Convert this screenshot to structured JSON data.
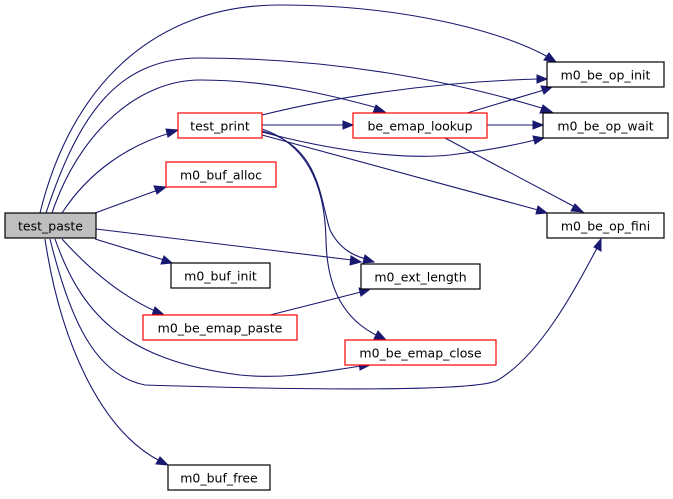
{
  "graph": {
    "type": "call-graph",
    "root": "test_paste",
    "nodes": {
      "test_paste": {
        "label": "test_paste",
        "style": "root"
      },
      "test_print": {
        "label": "test_print",
        "style": "linked"
      },
      "m0_buf_alloc": {
        "label": "m0_buf_alloc",
        "style": "linked"
      },
      "m0_buf_init": {
        "label": "m0_buf_init",
        "style": "plain"
      },
      "m0_be_emap_paste": {
        "label": "m0_be_emap_paste",
        "style": "linked"
      },
      "m0_buf_free": {
        "label": "m0_buf_free",
        "style": "plain"
      },
      "be_emap_lookup": {
        "label": "be_emap_lookup",
        "style": "linked"
      },
      "m0_ext_length": {
        "label": "m0_ext_length",
        "style": "plain"
      },
      "m0_be_emap_close": {
        "label": "m0_be_emap_close",
        "style": "linked"
      },
      "m0_be_op_init": {
        "label": "m0_be_op_init",
        "style": "plain"
      },
      "m0_be_op_wait": {
        "label": "m0_be_op_wait",
        "style": "plain"
      },
      "m0_be_op_fini": {
        "label": "m0_be_op_fini",
        "style": "plain"
      }
    },
    "edges": [
      [
        "test_paste",
        "m0_be_op_init"
      ],
      [
        "test_paste",
        "m0_be_op_wait"
      ],
      [
        "test_paste",
        "be_emap_lookup"
      ],
      [
        "test_paste",
        "test_print"
      ],
      [
        "test_paste",
        "m0_buf_alloc"
      ],
      [
        "test_paste",
        "m0_ext_length"
      ],
      [
        "test_paste",
        "m0_buf_init"
      ],
      [
        "test_paste",
        "m0_be_emap_paste"
      ],
      [
        "test_paste",
        "m0_be_emap_close"
      ],
      [
        "test_paste",
        "m0_be_op_fini"
      ],
      [
        "test_paste",
        "m0_buf_free"
      ],
      [
        "test_print",
        "be_emap_lookup"
      ],
      [
        "test_print",
        "m0_be_op_init"
      ],
      [
        "test_print",
        "m0_be_op_wait"
      ],
      [
        "test_print",
        "m0_be_op_fini"
      ],
      [
        "test_print",
        "m0_ext_length"
      ],
      [
        "test_print",
        "m0_be_emap_close"
      ],
      [
        "be_emap_lookup",
        "m0_be_op_init"
      ],
      [
        "be_emap_lookup",
        "m0_be_op_wait"
      ],
      [
        "be_emap_lookup",
        "m0_be_op_fini"
      ],
      [
        "m0_be_emap_paste",
        "m0_ext_length"
      ]
    ],
    "colors": {
      "edge": "#191970",
      "root_fill": "#bfbfbf",
      "linked_border": "#ff0000",
      "plain_border": "#000000"
    }
  }
}
